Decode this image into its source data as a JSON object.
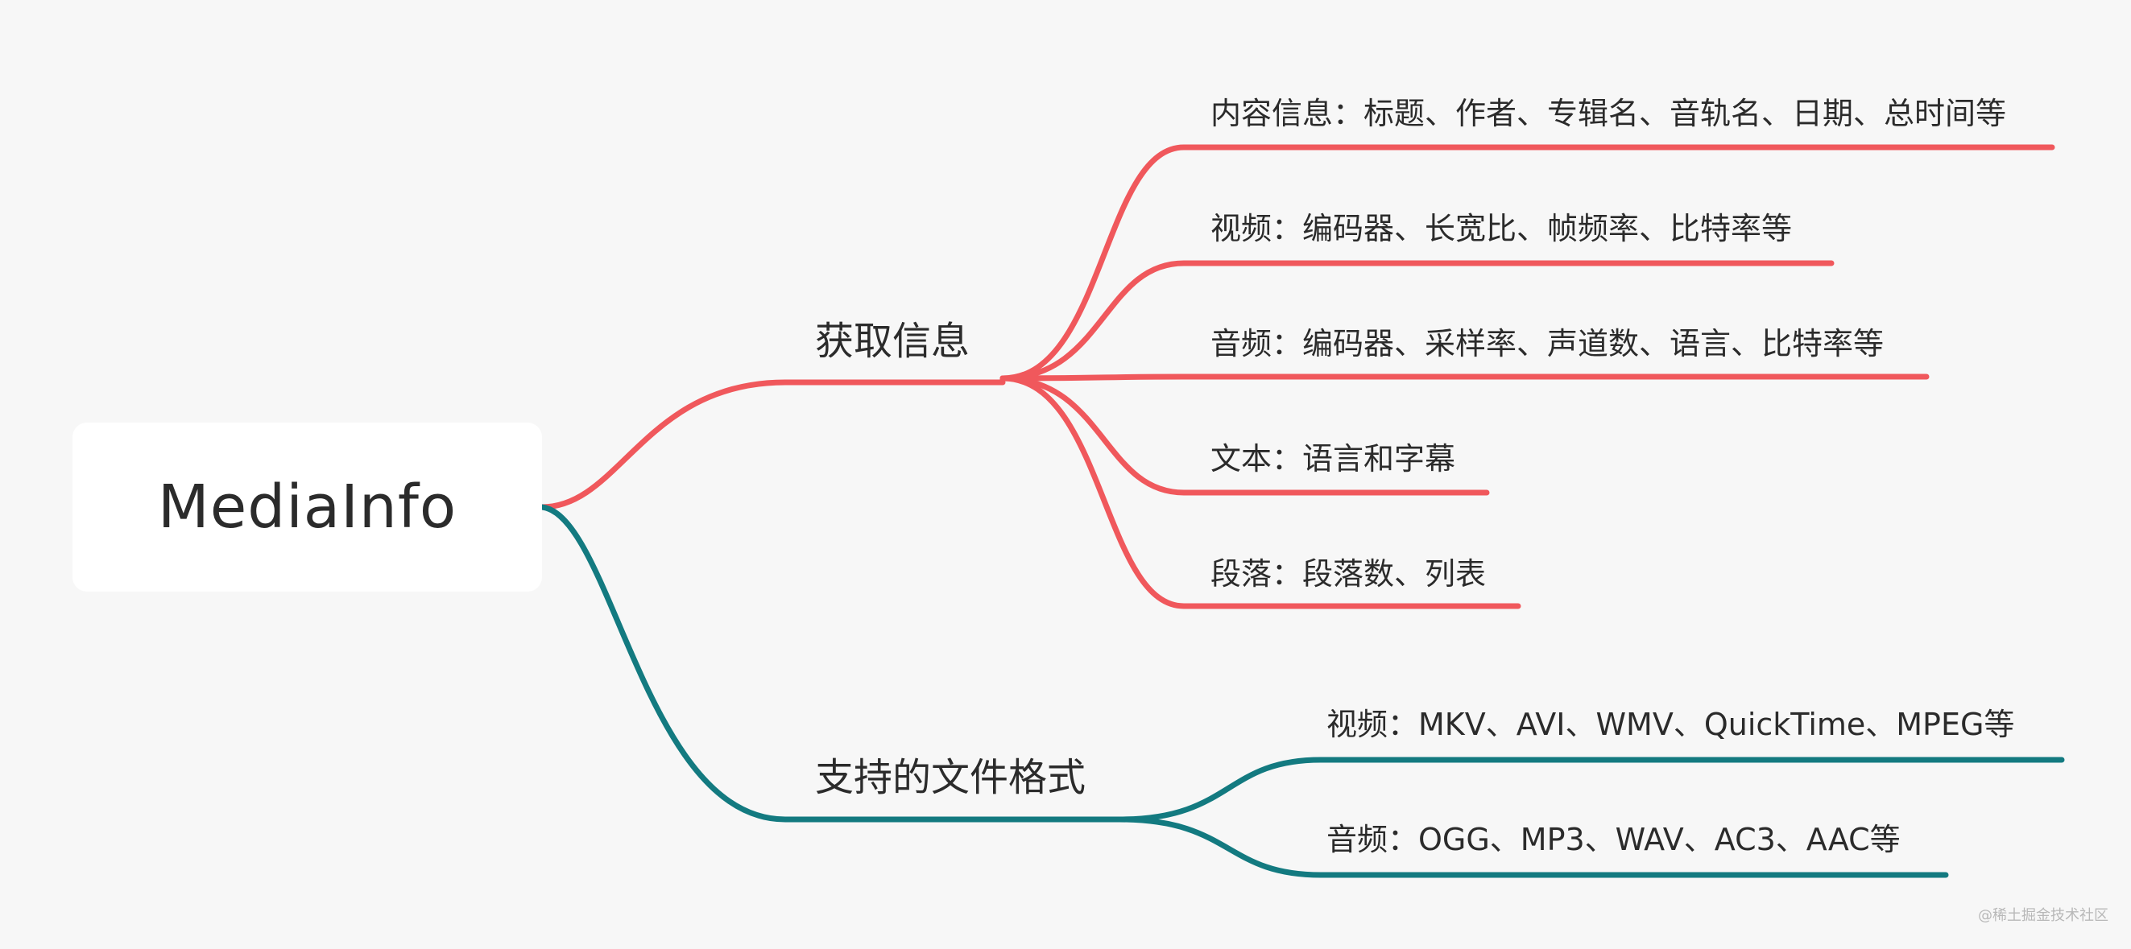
{
  "root": {
    "label": "MediaInfo"
  },
  "branches": [
    {
      "label": "获取信息",
      "color": "#f0585c",
      "children": [
        "内容信息：标题、作者、专辑名、音轨名、日期、总时间等",
        "视频：编码器、长宽比、帧频率、比特率等",
        "音频：编码器、采样率、声道数、语言、比特率等",
        "文本：语言和字幕",
        "段落：段落数、列表"
      ]
    },
    {
      "label": "支持的文件格式",
      "color": "#137a80",
      "children": [
        "视频：MKV、AVI、WMV、QuickTime、MPEG等",
        "音频：OGG、MP3、WAV、AC3、AAC等"
      ]
    }
  ],
  "watermark": "@稀土掘金技术社区"
}
